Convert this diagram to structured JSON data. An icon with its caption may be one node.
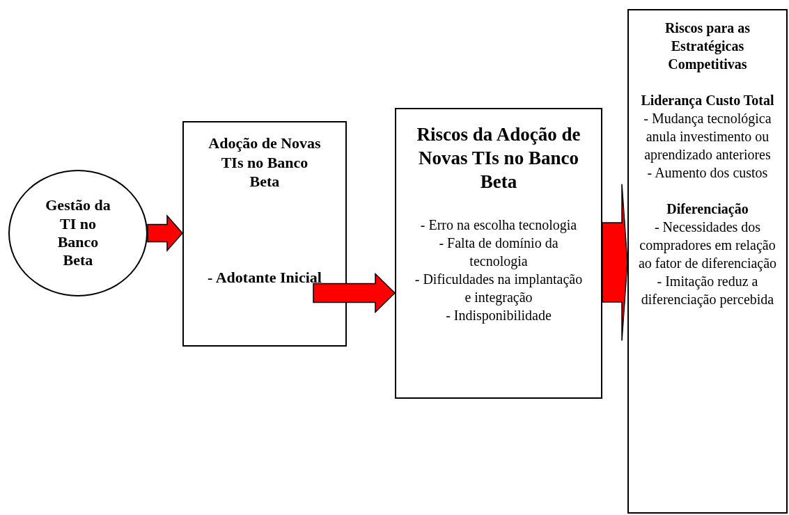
{
  "diagram": {
    "nodes": [
      {
        "text": [
          "Gestão da TI no Banco Beta"
        ]
      },
      {
        "text": [
          "Adoção de Novas TIs no Banco Beta",
          "- Adotante Inicial"
        ]
      },
      {
        "text": [
          "Riscos da Adoção de Novas TIs no Banco Beta",
          "- Erro na escolha tecnologia",
          "- Falta de domínio da tecnologia",
          "- Dificuldades na implantação e integração",
          "- Indisponibilidade"
        ]
      },
      {
        "text": [
          "Riscos para as Estratégicas Competitivas",
          "Liderança Custo Total",
          "- Mudança tecnológica anula investimento ou aprendizado anteriores",
          "- Aumento dos custos",
          "Diferenciação",
          "- Necessidades dos compradores em relação ao fator de diferenciação",
          "- Imitação reduz a diferenciação percebida"
        ]
      }
    ],
    "edges": [
      {
        "from": 0,
        "to": 1,
        "arrow": "to"
      },
      {
        "from": 1,
        "to": 2,
        "arrow": "to"
      },
      {
        "from": 2,
        "to": 3,
        "arrow": "to"
      }
    ]
  }
}
